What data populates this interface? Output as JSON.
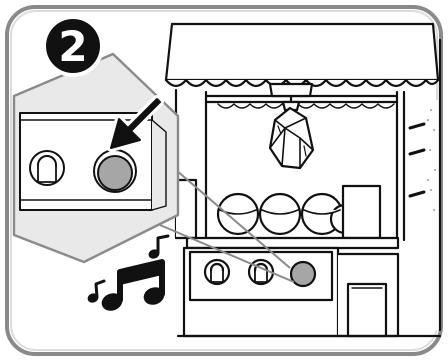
{
  "instruction": {
    "step_number": "2"
  },
  "colors": {
    "outline": "#111111",
    "frame": "#8a8a8a",
    "frame_fill": "#e9e9e9",
    "button_gray": "#a6a6a6",
    "badge_bg": "#111111",
    "badge_text": "#ffffff"
  },
  "icons": [
    "step-badge",
    "zoom-callout",
    "press-arrow",
    "music-note-icon",
    "claw-machine",
    "gem-prize",
    "capsule-ball"
  ]
}
